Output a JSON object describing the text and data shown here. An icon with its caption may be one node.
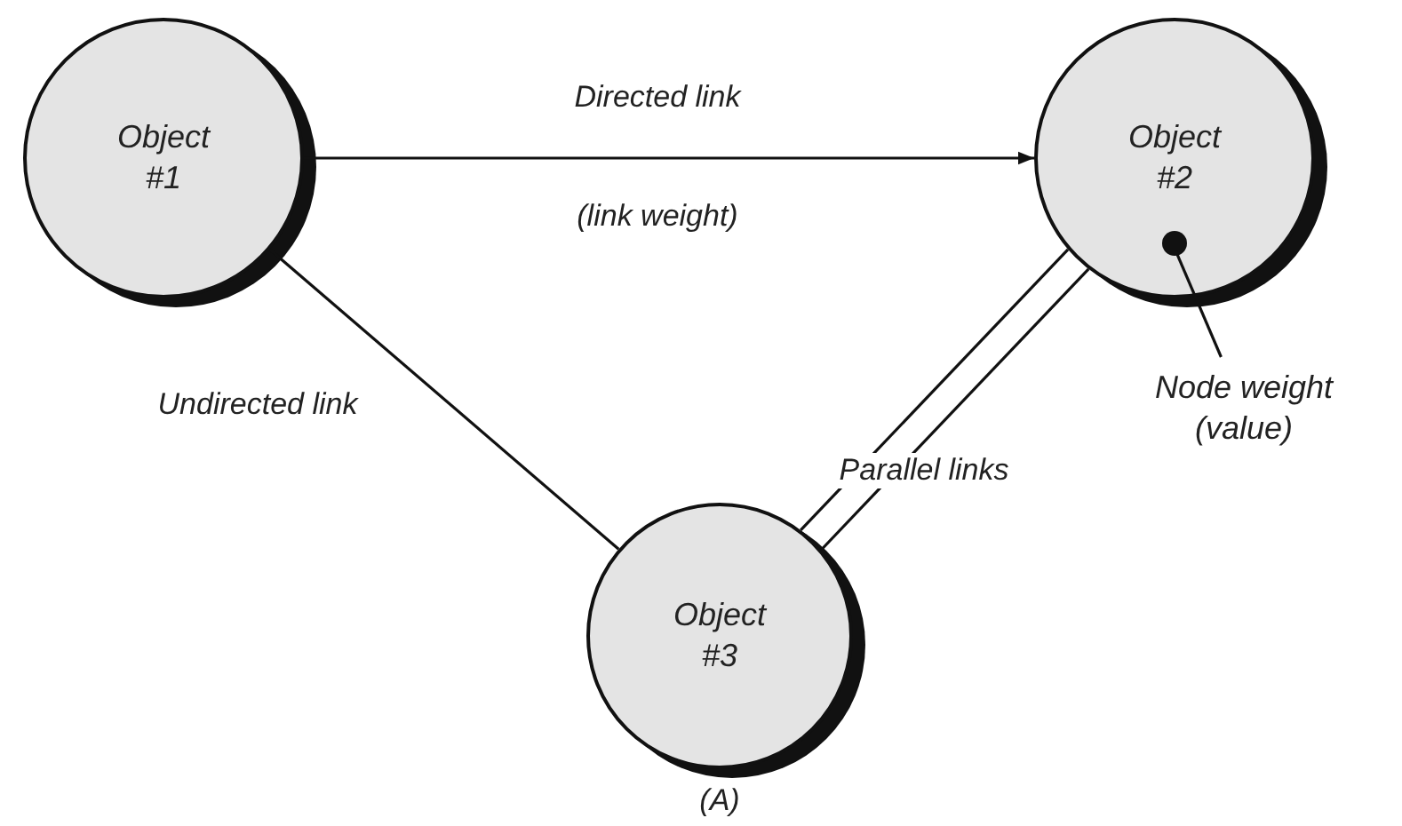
{
  "diagram": {
    "nodes": [
      {
        "text": [
          "Object #1"
        ]
      },
      {
        "text": [
          "Object #2"
        ]
      },
      {
        "text": [
          "Object #3"
        ]
      },
      {
        "text": [],
        "shape": "circle",
        "in": 1
      },
      {
        "text": [
          "Node weight (value)"
        ]
      }
    ],
    "edges": [
      {
        "from": 0,
        "to": 1,
        "arrow": "to",
        "label": "Directed link"
      },
      {
        "from": 0,
        "to": 2,
        "arrow": "none",
        "label": "Undirected link"
      },
      {
        "from": 1,
        "to": 2,
        "arrow": "none",
        "label": "Parallel links"
      },
      {
        "from": 1,
        "to": 2,
        "arrow": "none"
      },
      {
        "from": 4,
        "to": 3,
        "arrow": "none"
      }
    ],
    "labels": [
      "(link weight)",
      "(A)"
    ]
  }
}
